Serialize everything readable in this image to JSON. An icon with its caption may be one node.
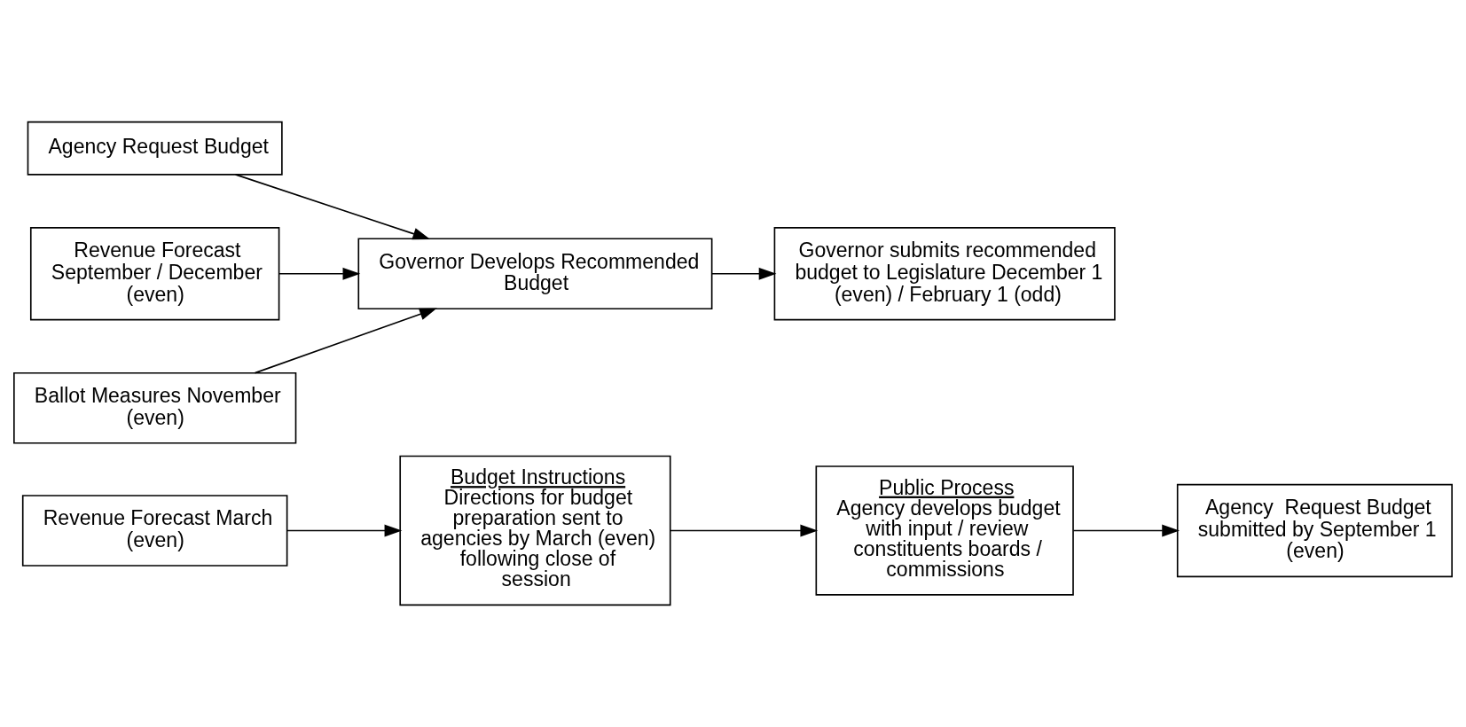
{
  "diagram": {
    "nodes": [
      {
        "text": [
          "Revenue Forecast March (even)"
        ]
      },
      {
        "text": [
          "Budget Instructions",
          "Directions for budget preparation sent to agencies by March (even) following close of session"
        ]
      },
      {
        "text": [
          "Public Process",
          "Agency develops budget with input / review constituents boards / commissions"
        ]
      },
      {
        "text": [
          "Agency  Request Budget submitted by September 1 (even)"
        ]
      },
      {
        "text": [
          "Agency Request Budget"
        ]
      },
      {
        "text": [
          "Revenue Forecast September / December (even)"
        ]
      },
      {
        "text": [
          "Ballot Measures November (even)"
        ]
      },
      {
        "text": [
          "Governor Develops Recommended Budget"
        ]
      },
      {
        "text": [
          "Governor submits recommended budget to Legislature December 1 (even) / February 1 (odd)"
        ]
      }
    ],
    "edges": [
      {
        "from": 0,
        "to": 1,
        "arrow": "to"
      },
      {
        "from": 1,
        "to": 2,
        "arrow": "to"
      },
      {
        "from": 2,
        "to": 3,
        "arrow": "to"
      },
      {
        "from": 4,
        "to": 7,
        "arrow": "to"
      },
      {
        "from": 5,
        "to": 7,
        "arrow": "to"
      },
      {
        "from": 6,
        "to": 7,
        "arrow": "to"
      },
      {
        "from": 7,
        "to": 8,
        "arrow": "to"
      }
    ]
  }
}
